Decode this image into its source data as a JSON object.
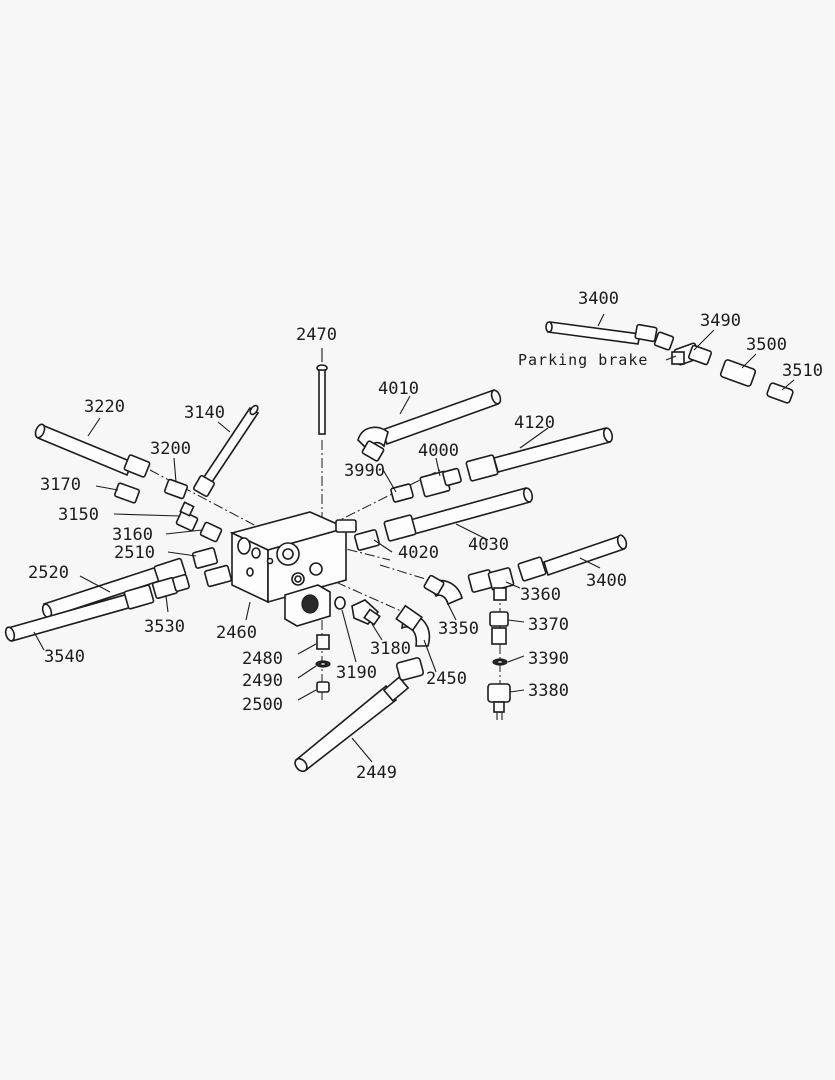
{
  "diagram": {
    "callouts": {
      "c2470": "2470",
      "c3220": "3220",
      "c3140": "3140",
      "c3200": "3200",
      "c3170": "3170",
      "c3150": "3150",
      "c3160": "3160",
      "c2510": "2510",
      "c2520": "2520",
      "c3530": "3530",
      "c3540": "3540",
      "c2460": "2460",
      "c2480": "2480",
      "c2490": "2490",
      "c2500": "2500",
      "c3190": "3190",
      "c3180": "3180",
      "c2450": "2450",
      "c2449": "2449",
      "c4010": "4010",
      "c4000": "4000",
      "c3990": "3990",
      "c4120": "4120",
      "c4020": "4020",
      "c4030": "4030",
      "c3400a": "3400",
      "c3490": "3490",
      "c3500": "3500",
      "c3510": "3510",
      "c3350": "3350",
      "c3360": "3360",
      "c3400b": "3400",
      "c3370": "3370",
      "c3390": "3390",
      "c3380": "3380"
    },
    "notes": {
      "parking_brake": "Parking brake"
    }
  }
}
